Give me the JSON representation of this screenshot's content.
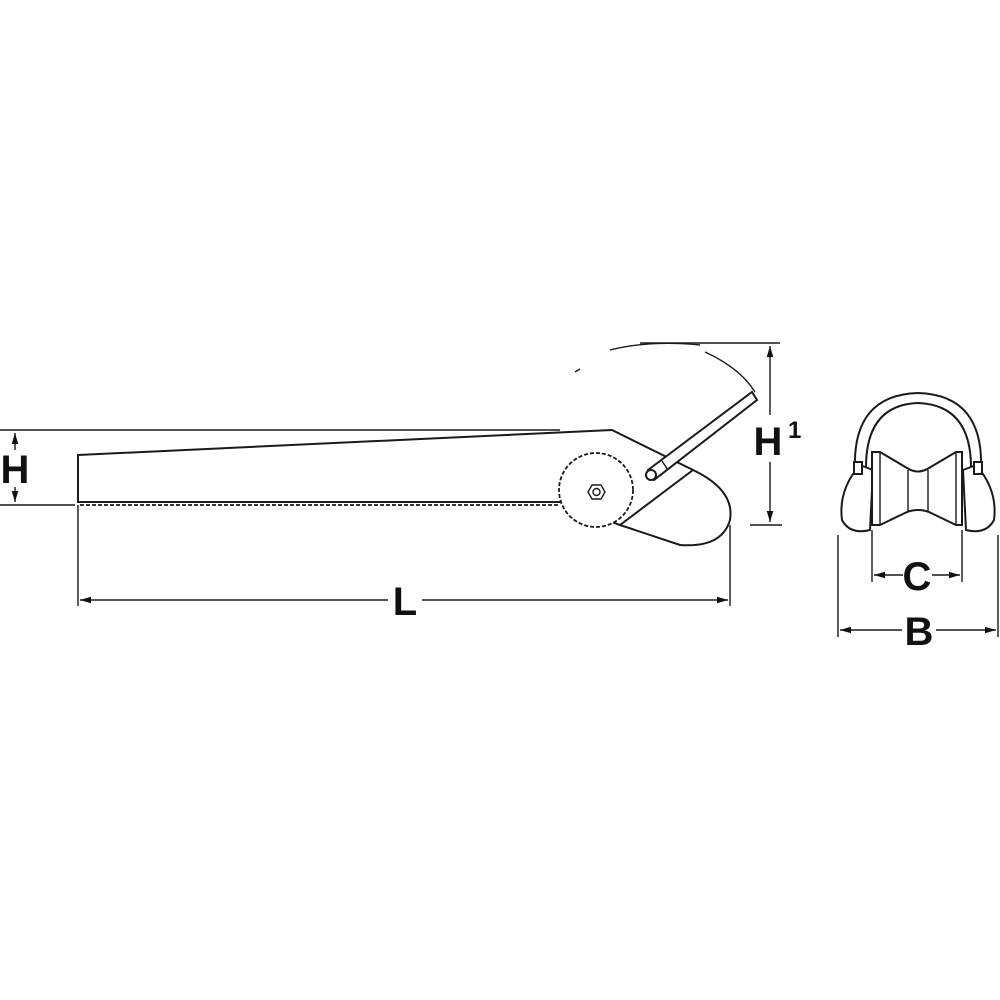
{
  "dimensions": {
    "height": "H",
    "length": "L",
    "height_open": "H",
    "height_open_sup": "1",
    "roller_width": "C",
    "overall_width": "B"
  }
}
